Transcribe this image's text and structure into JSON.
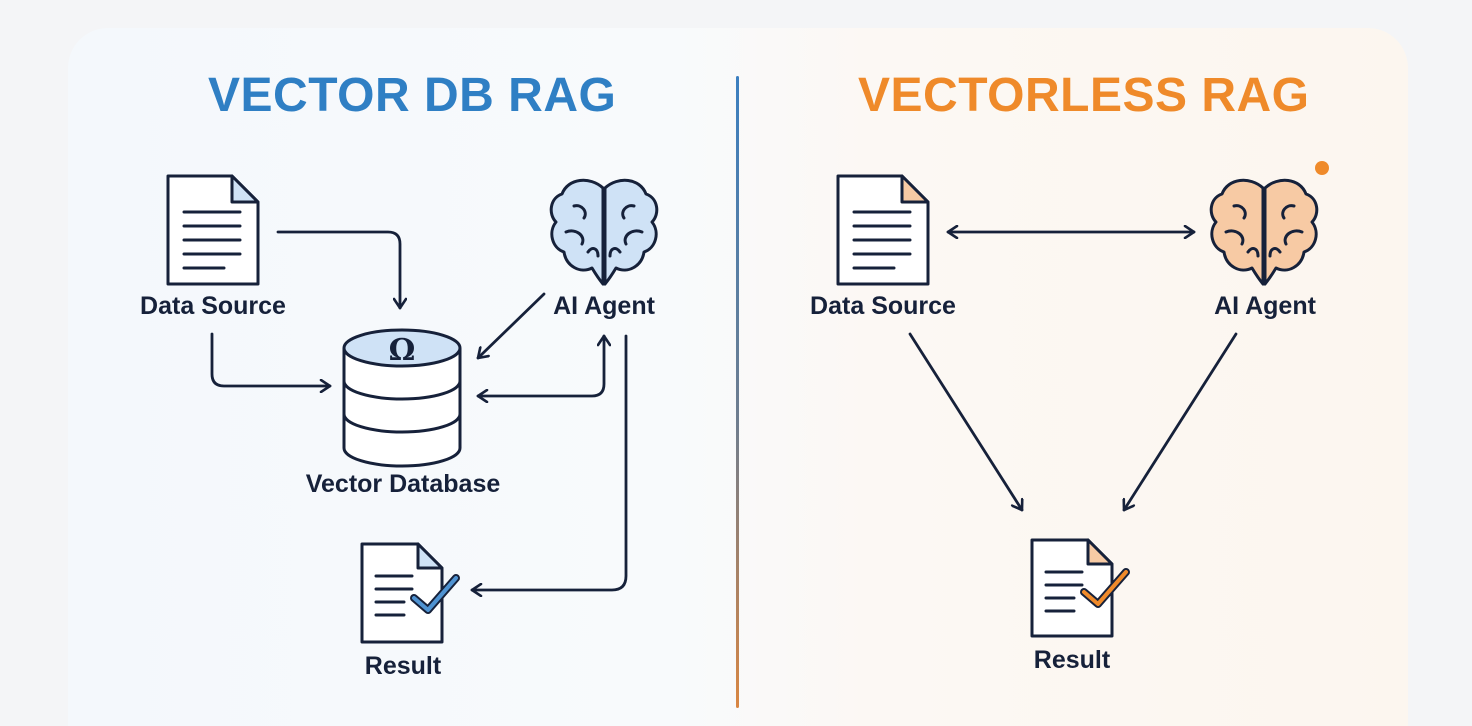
{
  "left": {
    "title": "VECTOR DB RAG",
    "data_source_label": "Data Source",
    "ai_agent_label": "AI Agent",
    "database_label": "Vector Database",
    "database_symbol": "Ω",
    "result_label": "Result"
  },
  "right": {
    "title": "VECTORLESS RAG",
    "data_source_label": "Data Source",
    "ai_agent_label": "AI Agent",
    "result_label": "Result"
  },
  "colors": {
    "left_accent": "#2f7fc4",
    "right_accent": "#ef8a2a",
    "ink": "#16213a",
    "left_fill": "#cfe2f6",
    "right_fill": "#f7caa4"
  },
  "icons": [
    "document-icon",
    "brain-icon",
    "database-icon",
    "result-document-icon",
    "checkmark-icon",
    "arrow-icon"
  ]
}
